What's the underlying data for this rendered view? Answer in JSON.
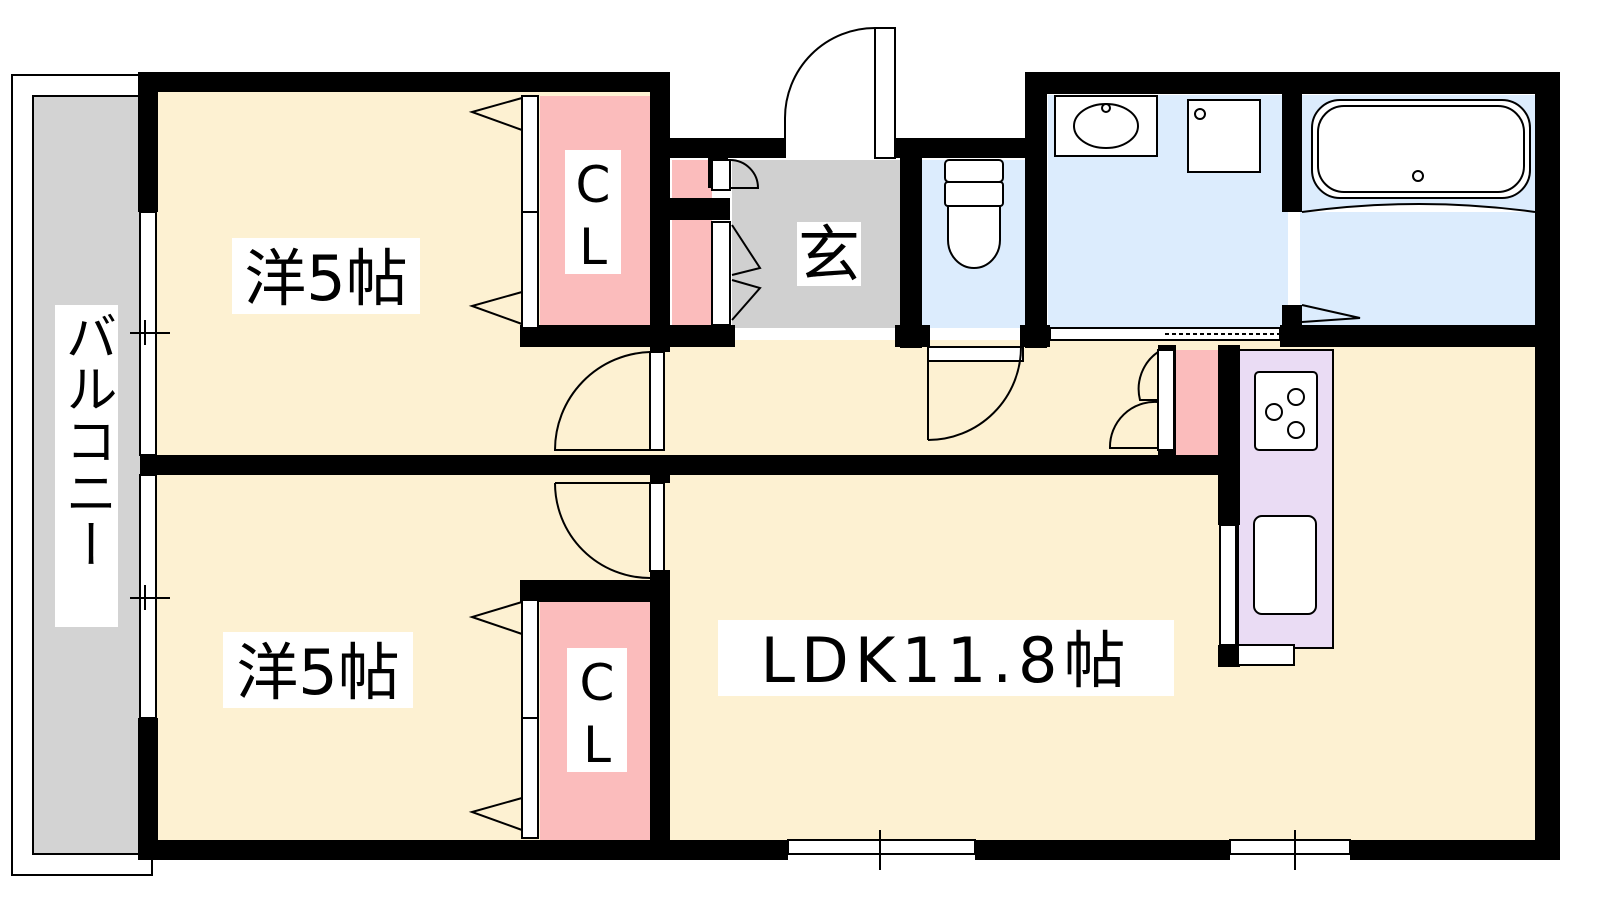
{
  "floorplan": {
    "rooms": {
      "western_room_upper": "洋5帖",
      "western_room_lower": "洋5帖",
      "ldk": "LDK11.8帖",
      "entrance": "玄",
      "balcony": "バルコニー"
    },
    "closets": {
      "upper_c": "C",
      "upper_l": "L",
      "lower_c": "C",
      "lower_l": "L"
    },
    "colors": {
      "western_room": "#fdf1d2",
      "closet": "#fbbcbc",
      "entrance": "#d0d0d0",
      "wet_area": "#dcecfd",
      "kitchen": "#eadcf4",
      "balcony": "#d3d3d3",
      "wall": "#000000"
    }
  }
}
